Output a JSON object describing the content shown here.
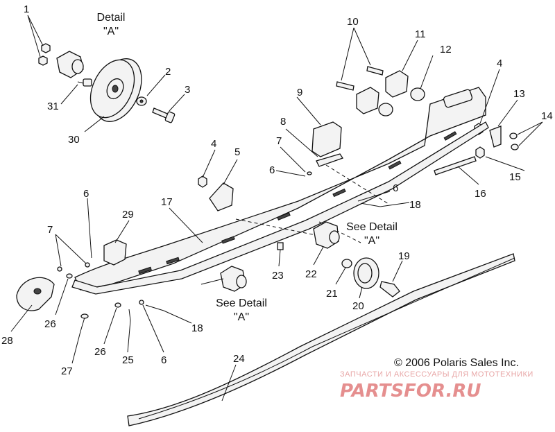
{
  "details": [
    {
      "title": "Detail",
      "ref": "\"A\""
    }
  ],
  "see_details": [
    {
      "line1": "See Detail",
      "line2": "\"A\""
    },
    {
      "line1": "See Detail",
      "line2": "\"A\""
    }
  ],
  "callouts": [
    "1",
    "2",
    "3",
    "31",
    "30",
    "10",
    "11",
    "12",
    "9",
    "4",
    "13",
    "14",
    "8",
    "7",
    "6",
    "5",
    "4",
    "15",
    "16",
    "6",
    "18",
    "17",
    "6",
    "29",
    "7",
    "22",
    "23",
    "21",
    "19",
    "20",
    "28",
    "26",
    "27",
    "26",
    "25",
    "6",
    "18",
    "24"
  ],
  "copyright": "© 2006 Polaris Sales Inc.",
  "watermark": {
    "tagline": "ЗАПЧАСТИ И АКСЕССУАРЫ ДЛЯ МОТОТЕХНИКИ",
    "brand": "PARTSFOR.RU"
  }
}
